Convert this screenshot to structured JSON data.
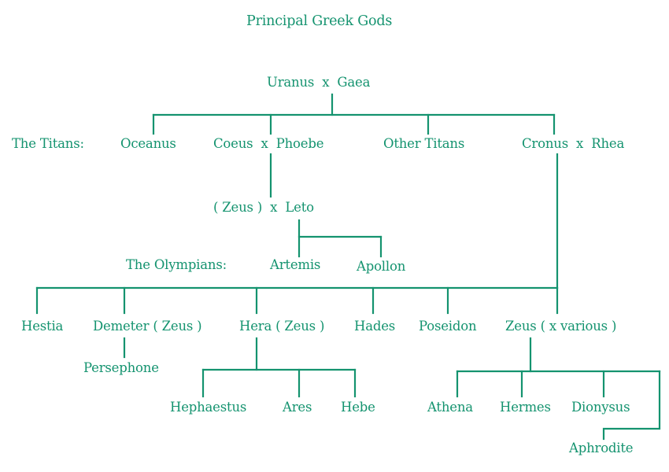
{
  "diagram": {
    "title": "Principal Greek Gods",
    "colors": {
      "text": "#14936f",
      "line": "#14936f",
      "background": "#ffffff"
    },
    "row_labels": {
      "titans": "The Titans:",
      "olympians": "The Olympians:"
    },
    "nodes": {
      "uranus_gaea": "Uranus  x  Gaea",
      "oceanus": "Oceanus",
      "coeus_phoebe": "Coeus  x  Phoebe",
      "other_titans": "Other Titans",
      "cronus_rhea": "Cronus  x  Rhea",
      "zeus_leto": "( Zeus )  x  Leto",
      "artemis": "Artemis",
      "apollon": "Apollon",
      "hestia": "Hestia",
      "demeter": "Demeter ( Zeus )",
      "hera": "Hera ( Zeus )",
      "hades": "Hades",
      "poseidon": "Poseidon",
      "zeus_various": "Zeus ( x various )",
      "persephone": "Persephone",
      "hephaestus": "Hephaestus",
      "ares": "Ares",
      "hebe": "Hebe",
      "athena": "Athena",
      "hermes": "Hermes",
      "dionysus": "Dionysus",
      "aphrodite": "Aphrodite"
    }
  }
}
